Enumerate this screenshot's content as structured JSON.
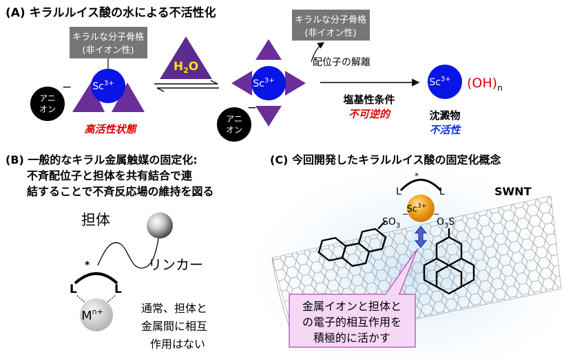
{
  "colors": {
    "lewis_acid_blue": "#0a14e6",
    "ligand_purple": "#6a2d9a",
    "water_purple": "#5b2b8e",
    "water_label": "#ffe000",
    "red_text": "#e00000",
    "blue_text": "#1030e0",
    "gray_box": "#767676",
    "sc_orange": "#f2a01c",
    "callout_fill": "#f4d8f4",
    "callout_border": "#c060c0",
    "swnt_glow": "#d8ecfa"
  },
  "sectionA": {
    "heading": "(A) キラルルイス酸の水による不活性化",
    "box1_line1": "キラルな分子骨格",
    "box1_line2": "(非イオン性)",
    "box2_line1": "キラルな分子骨格",
    "box2_line2": "(非イオン性)",
    "sc_label": "Sc",
    "sc_charge": "3+",
    "anion_line1": "アニ",
    "anion_line2": "オン",
    "anion_minus": "−",
    "water": "H",
    "water_sub": "2",
    "water_o": "O",
    "dissociation": "配位子の解離",
    "high_activity": "高活性状態",
    "basic_conditions": "塩基性条件",
    "irreversible": "不可逆的",
    "precipitate": "沈澱物",
    "inactive": "不活性",
    "oh": "(OH)",
    "oh_sub": "n"
  },
  "sectionB": {
    "heading_line1": "(B) 一般的なキラル金属触媒の固定化:",
    "heading_line2": "不斉配位子と担体を共有結合で連",
    "heading_line3": "結することで不斉反応場の維持を図る",
    "support": "担体",
    "linker": "リンカー",
    "ligand_l": "L",
    "star": "*",
    "metal": "M",
    "metal_charge": "n+",
    "note_line1": "通常、担体と",
    "note_line2": "金属間に相互",
    "note_line3": "作用はない"
  },
  "sectionC": {
    "heading": "(C) 今回開発したキラルルイス酸の固定化概念",
    "swnt": "SWNT",
    "sc_label": "Sc",
    "sc_charge": "3+",
    "ligand_l": "L",
    "star": "*",
    "so3_left": "SO",
    "so3_left_sub": "3",
    "so3_right_o": "O",
    "so3_right_sub": "3",
    "so3_right_s": "S",
    "minus": "−",
    "callout_line1": "金属イオンと担体と",
    "callout_line2": "の電子的相互作用を",
    "callout_line3": "積極的に活かす"
  }
}
